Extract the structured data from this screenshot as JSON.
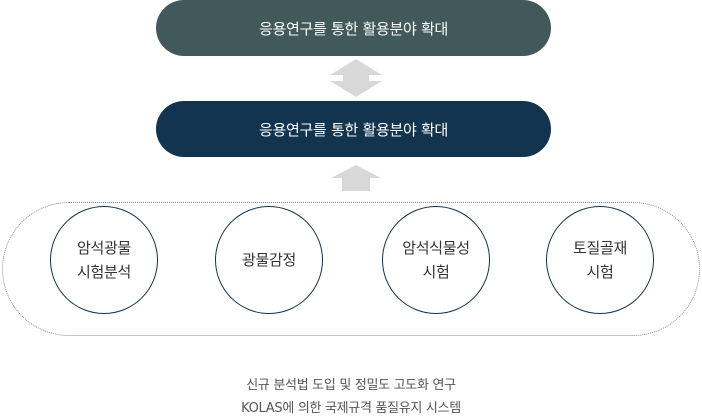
{
  "top_box": {
    "label": "응용연구를 통한 활용분야 확대"
  },
  "middle_box": {
    "label": "응용연구를 통한 활용분야 확대"
  },
  "test_areas": [
    {
      "line1": "암석광물",
      "line2": "시험분석"
    },
    {
      "line1": "광물감정",
      "line2": ""
    },
    {
      "line1": "암석식물성",
      "line2": "시험"
    },
    {
      "line1": "토질골재",
      "line2": "시험"
    }
  ],
  "footer": {
    "line1": "신규 분석법 도입 및 정밀도 고도화 연구",
    "line2": "KOLAS에 의한 국제규격 품질유지 시스템"
  },
  "colors": {
    "top_box": "#41595a",
    "middle_box": "#12344f",
    "arrow": "#d8d8d8",
    "circle_border": "#12344f"
  },
  "icons": [
    "double-arrow-icon",
    "up-arrow-icon"
  ]
}
